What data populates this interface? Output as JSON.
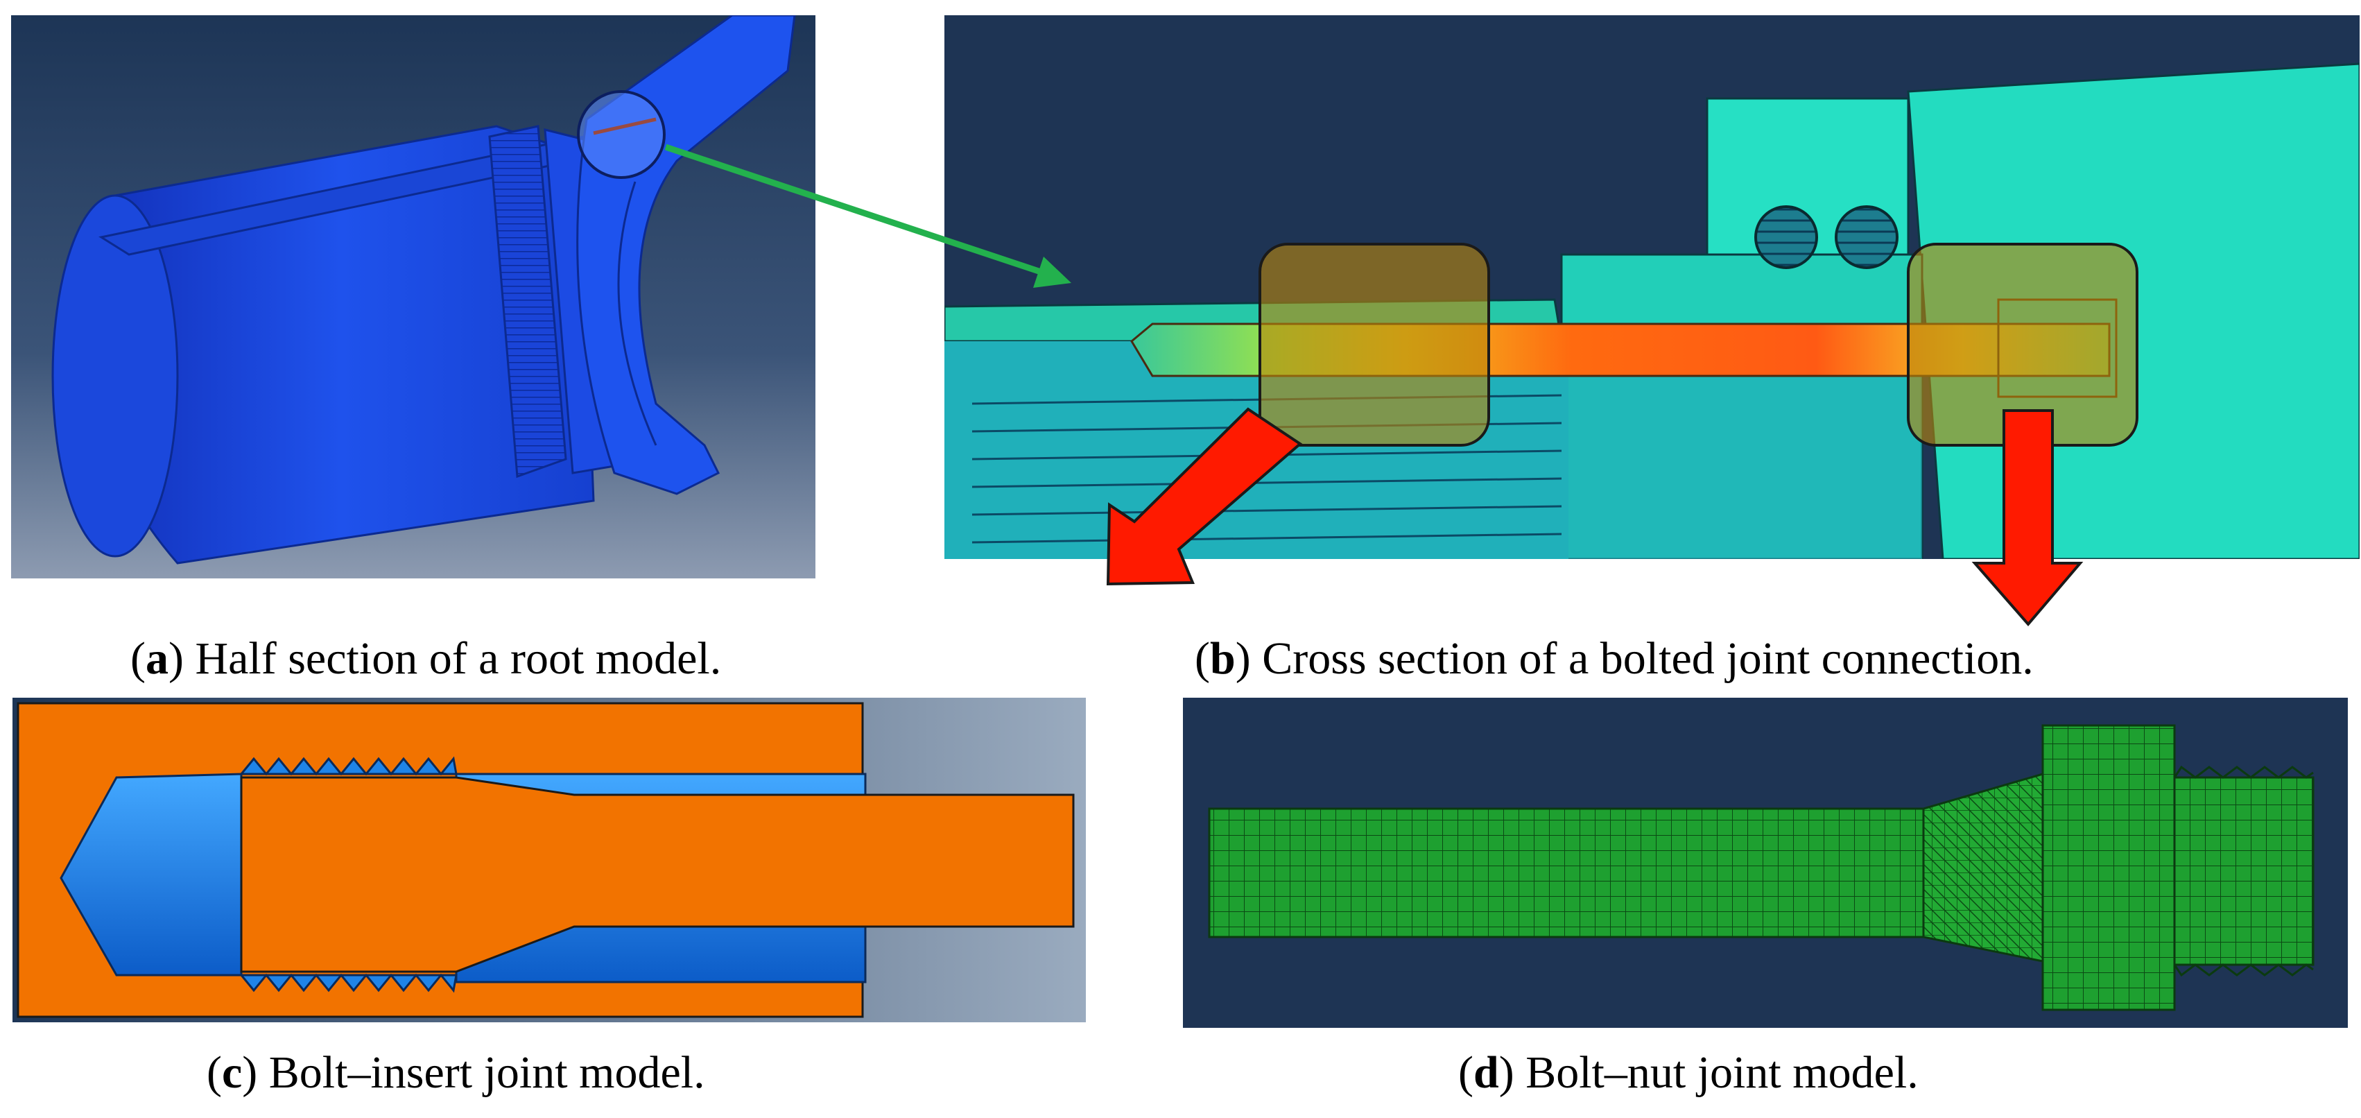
{
  "figure": {
    "panels": [
      {
        "id": "a",
        "letter": "a",
        "caption": " Half section of a root model."
      },
      {
        "id": "b",
        "letter": "b",
        "caption": " Cross section of a bolted joint connection."
      },
      {
        "id": "c",
        "letter": "c",
        "caption": " Bolt–insert joint model."
      },
      {
        "id": "d",
        "letter": "d",
        "caption": " Bolt–nut joint model."
      }
    ]
  },
  "colors": {
    "viewport_dark": "#1e3454",
    "root_blue": "#1b49e0",
    "insert_orange": "#f07300",
    "bolt_blue": "#1f84e8",
    "mesh_green": "#1ea030",
    "callout_arrow": "#23b14d",
    "highlight_arrow": "#ff1a00"
  }
}
